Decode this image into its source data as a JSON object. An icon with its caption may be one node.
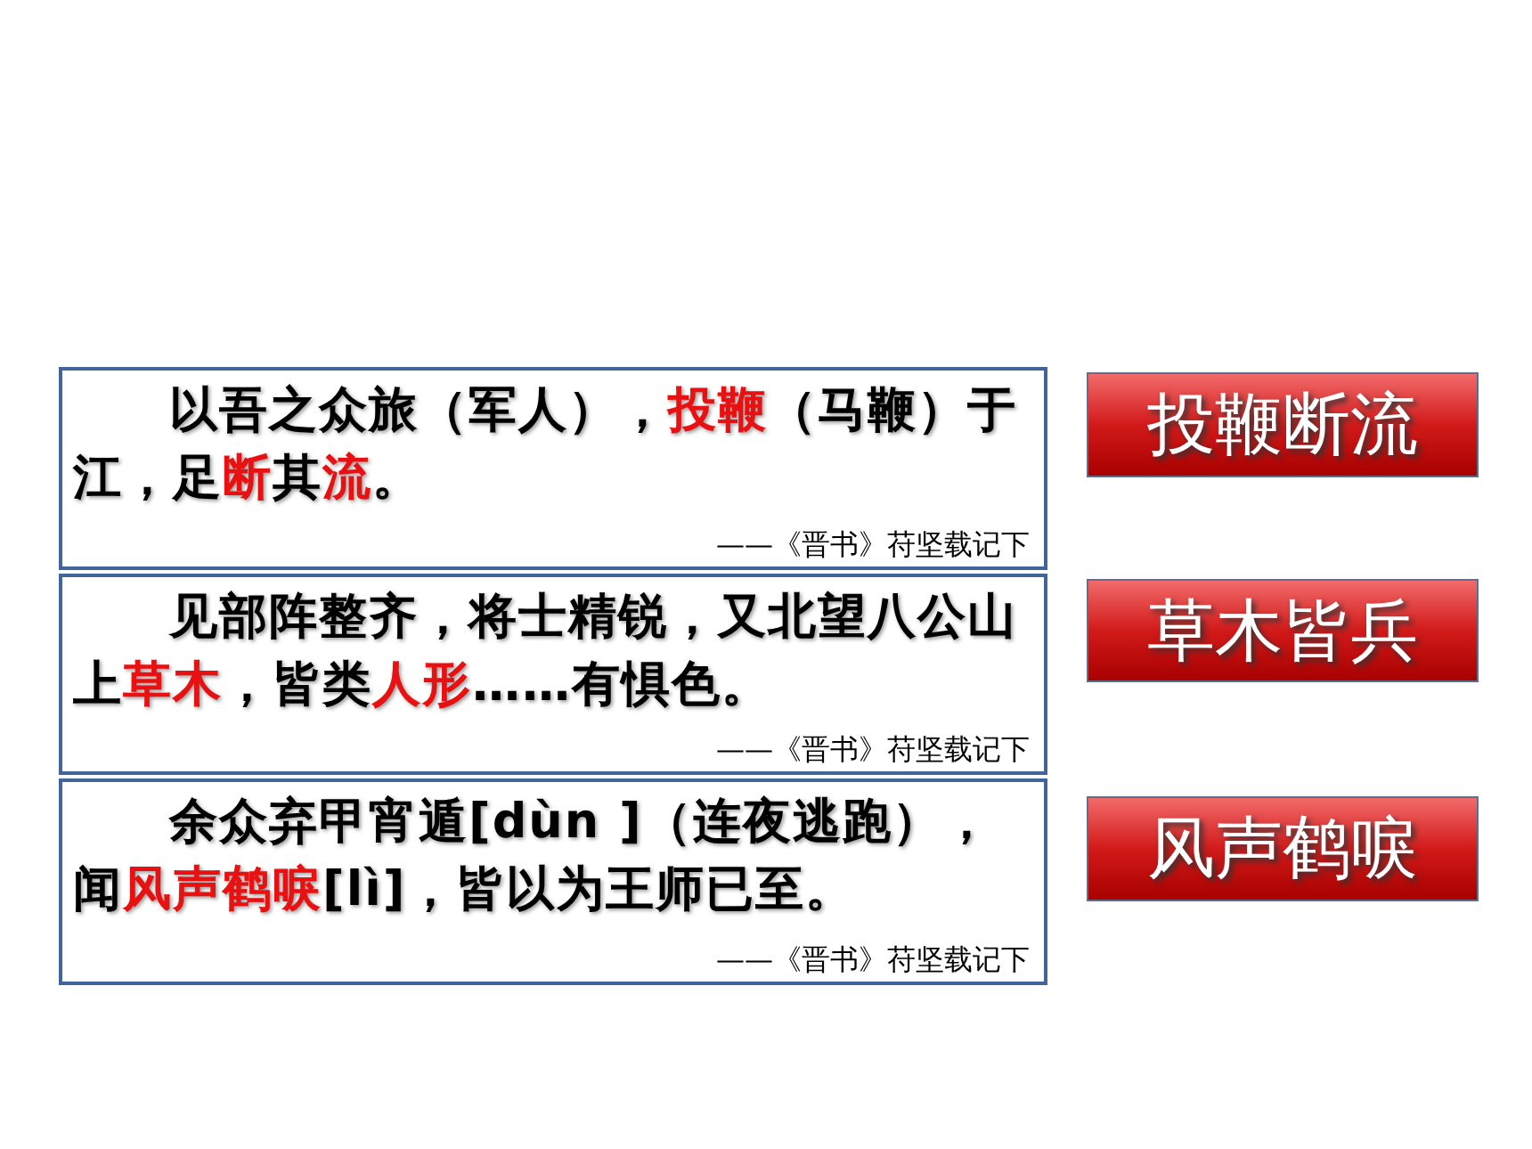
{
  "diagram": {
    "nodes": [
      {
        "text": [
          "以吾之众旅（军人），**投鞭**（马鞭）于江，足**断**其**流**。",
          "——《晋书》苻坚载记下"
        ]
      },
      {
        "text": [
          "见部阵整齐，将士精锐，又北望八公山上**草木**，皆类**人形**……有惧色。",
          "——《晋书》苻坚载记下"
        ]
      },
      {
        "text": [
          "余众弃甲宵遁[dùn ]（连夜逃跑），闻**风声鹤唳**[lì]，皆以为王师已至。",
          "——《晋书》苻坚载记下"
        ]
      },
      {
        "text": [
          "投鞭断流"
        ]
      },
      {
        "text": [
          "草木皆兵"
        ]
      },
      {
        "text": [
          "风声鹤唳"
        ]
      }
    ]
  }
}
